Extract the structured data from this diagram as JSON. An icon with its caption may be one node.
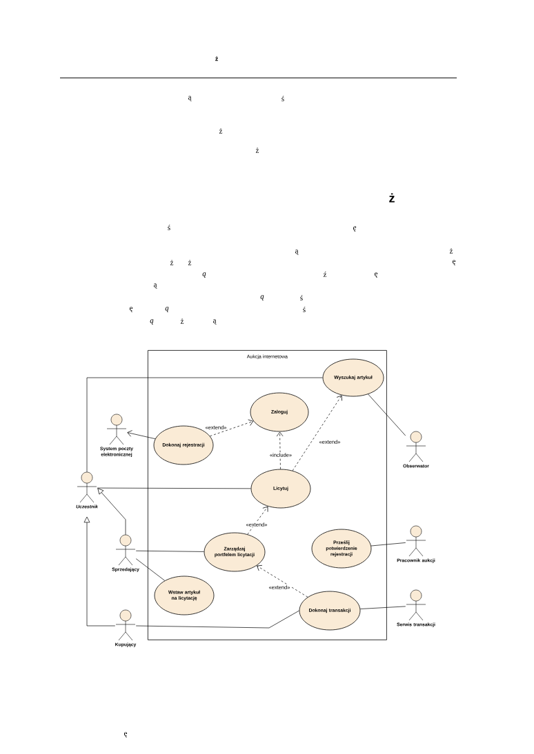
{
  "diagram": {
    "nodes": [
      {
        "text": [
          "Aukcja internetowa"
        ]
      },
      {
        "text": [
          "Wyszukaj artykuł"
        ],
        "in": 0
      },
      {
        "text": [
          "Zaloguj"
        ],
        "in": 0
      },
      {
        "text": [
          "Dokonaj rejestracji"
        ],
        "in": 0
      },
      {
        "text": [
          "Licytuj"
        ],
        "in": 0
      },
      {
        "text": [
          "Prześlij potwierdzenie rejestracji"
        ],
        "in": 0
      },
      {
        "text": [
          "Zarządzaj portfelem licytacji"
        ],
        "in": 0
      },
      {
        "text": [
          "Wstaw artykuł na licytację"
        ],
        "in": 0
      },
      {
        "text": [
          "Dokonaj transakcji"
        ],
        "in": 0
      },
      {
        "text": [
          "System poczty elektronicznej"
        ]
      },
      {
        "text": [
          "Uczestnik"
        ]
      },
      {
        "text": [
          "Sprzedający"
        ]
      },
      {
        "text": [
          "Kupujący"
        ]
      },
      {
        "text": [
          "Obserwator"
        ]
      },
      {
        "text": [
          "Pracownik aukcji"
        ]
      },
      {
        "text": [
          "Serwis transakcji"
        ]
      }
    ],
    "edges": [
      {
        "from": 10,
        "to": 1,
        "arrow": "none"
      },
      {
        "from": 3,
        "to": 9,
        "arrow": "to"
      },
      {
        "from": 3,
        "to": 2,
        "arrow": "to",
        "style": "dashed",
        "label": "«extend»"
      },
      {
        "from": 4,
        "to": 2,
        "arrow": "to",
        "style": "dashed",
        "label": "«include»"
      },
      {
        "from": 4,
        "to": 1,
        "arrow": "to",
        "style": "dashed",
        "label": "«extend»"
      },
      {
        "from": 1,
        "to": 13,
        "arrow": "none"
      },
      {
        "from": 10,
        "to": 4,
        "arrow": "none"
      },
      {
        "from": 11,
        "to": 10,
        "arrow": "to"
      },
      {
        "from": 12,
        "to": 10,
        "arrow": "to"
      },
      {
        "from": 6,
        "to": 4,
        "arrow": "to",
        "style": "dashed",
        "label": "«extend»"
      },
      {
        "from": 11,
        "to": 6,
        "arrow": "none"
      },
      {
        "from": 11,
        "to": 7,
        "arrow": "none"
      },
      {
        "from": 5,
        "to": 14,
        "arrow": "none"
      },
      {
        "from": 8,
        "to": 6,
        "arrow": "to",
        "style": "dashed",
        "label": "«extend»"
      },
      {
        "from": 12,
        "to": 8,
        "arrow": "none"
      },
      {
        "from": 8,
        "to": 15,
        "arrow": "none"
      }
    ],
    "labels": [
      "ż",
      "ą",
      "ś",
      "ż",
      "ż",
      "ż",
      "ś",
      "ę",
      "ą",
      "ż",
      "ż",
      "ż",
      "ę",
      "ą",
      "ź",
      "ę",
      "ą",
      "ą",
      "ś",
      "ę",
      "ą",
      "ś",
      "ą",
      "ż",
      "ą",
      "ę"
    ]
  }
}
